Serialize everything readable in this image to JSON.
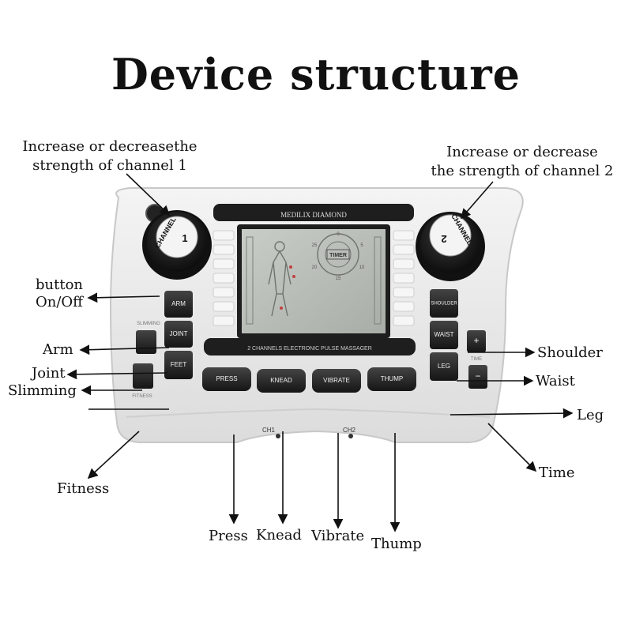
{
  "title": "Device structure",
  "device": {
    "brand": "MEDILIX DIAMOND",
    "subtitle": "2 CHANNELS ELECTRONIC PULSE MASSAGER",
    "knob_label": "CHANNEL",
    "knob1_number": "1",
    "knob2_number": "2",
    "screen_timer": "TIMER",
    "timer_ticks": [
      "0",
      "5",
      "10",
      "15",
      "20",
      "25"
    ],
    "left_buttons": [
      "ARM",
      "JOINT",
      "FEET"
    ],
    "slimming_caption": "SLIMMING",
    "fitness_caption": "FITNESS",
    "bottom_buttons": [
      "PRESS",
      "KNEAD",
      "VIBRATE",
      "THUMP"
    ],
    "right_buttons": [
      "SHOULDER",
      "WAIST",
      "LEG"
    ],
    "time_plus": "+",
    "time_minus": "−",
    "time_caption": "TIME",
    "jack1": "CH1",
    "jack2": "CH2"
  },
  "callouts": {
    "ch1_line1": "Increase or decreasethe",
    "ch1_line2": "strength of channel 1",
    "ch2_line1": "Increase or decrease",
    "ch2_line2": "the strength of channel 2",
    "onoff_line1": "button",
    "onoff_line2": "On/Off",
    "arm": "Arm",
    "joint": "Joint",
    "slimming": "Slimming",
    "fitness": "Fitness",
    "shoulder": "Shoulder",
    "waist": "Waist",
    "leg": "Leg",
    "time": "Time",
    "press": "Press",
    "knead": "Knead",
    "vibrate": "Vibrate",
    "thump": "Thump"
  },
  "colors": {
    "body": "#e9e9e9",
    "button": "#2a2a2a",
    "screen": "#bfc3bd",
    "knob": "#1c1c1c"
  }
}
